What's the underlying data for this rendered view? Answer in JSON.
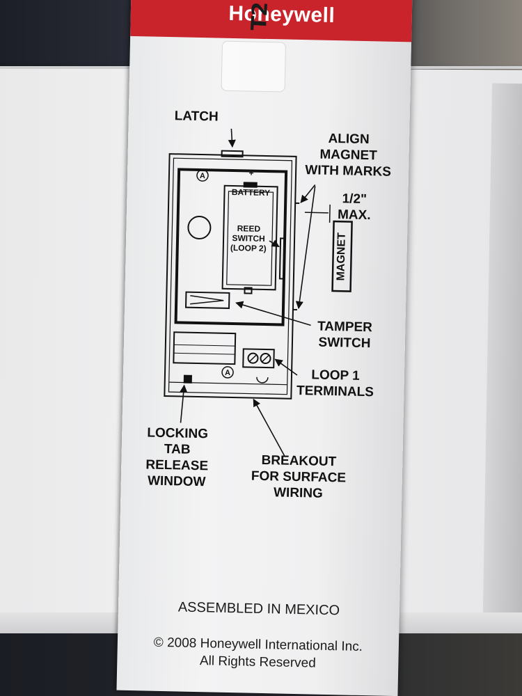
{
  "brand": "Honeywell",
  "handwritten_mark": "T2",
  "diagram": {
    "labels": {
      "latch": "LATCH",
      "align_magnet": [
        "ALIGN",
        "MAGNET",
        "WITH MARKS"
      ],
      "half_inch": [
        "1/2\"",
        "MAX."
      ],
      "battery": "BATTERY",
      "battery_plus": "+",
      "reed_switch": [
        "REED",
        "SWITCH",
        "(LOOP 2)"
      ],
      "magnet": "MAGNET",
      "tamper_switch": [
        "TAMPER",
        "SWITCH"
      ],
      "loop1_terminals": [
        "LOOP 1",
        "TERMINALS"
      ],
      "locking_tab": [
        "LOCKING",
        "TAB",
        "RELEASE",
        "WINDOW"
      ],
      "breakout": [
        "BREAKOUT",
        "FOR SURFACE",
        "WIRING"
      ],
      "marker_a": "A"
    }
  },
  "footer": {
    "assembled": "ASSEMBLED IN MEXICO",
    "copyright": "© 2008 Honeywell International Inc.",
    "rights": "All Rights Reserved"
  },
  "colors": {
    "brand_red": "#c9242c",
    "box_white": "#f0f0f1",
    "ink": "#111111"
  }
}
